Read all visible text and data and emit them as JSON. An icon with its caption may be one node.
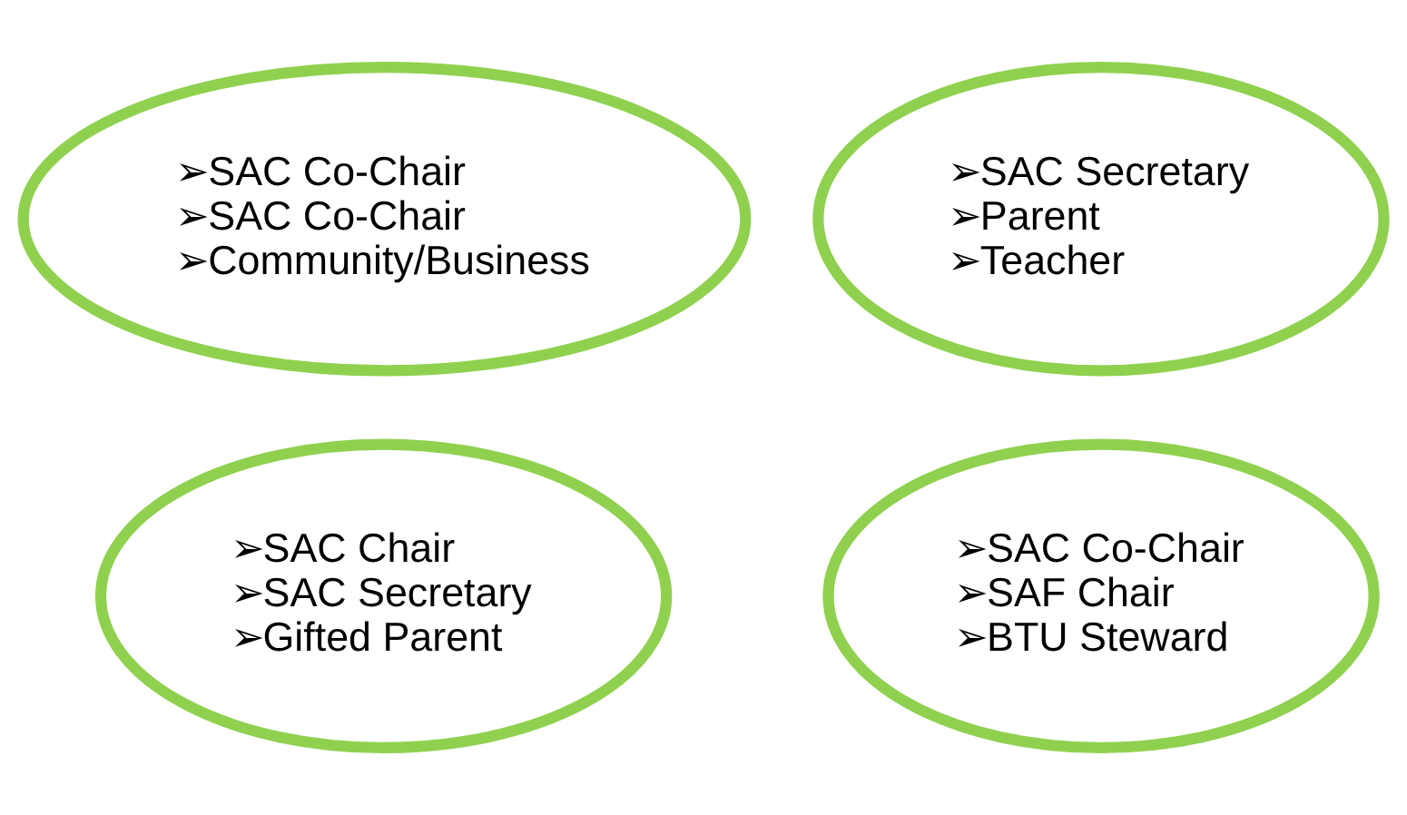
{
  "diagram": {
    "nodes": [
      {
        "text": [
          "➢SAC Chair",
          "➢SAC Secretary",
          "➢Gifted Parent"
        ]
      },
      {
        "text": [
          "➢SAC Co-Chair",
          "➢SAC Co-Chair",
          "➢Community/Business"
        ]
      },
      {
        "text": [
          "➢SAC Secretary",
          "➢Parent",
          "➢Teacher"
        ]
      },
      {
        "text": [
          "➢SAC Co-Chair",
          "➢SAF Chair",
          "➢BTU Steward"
        ]
      }
    ],
    "edges": []
  }
}
